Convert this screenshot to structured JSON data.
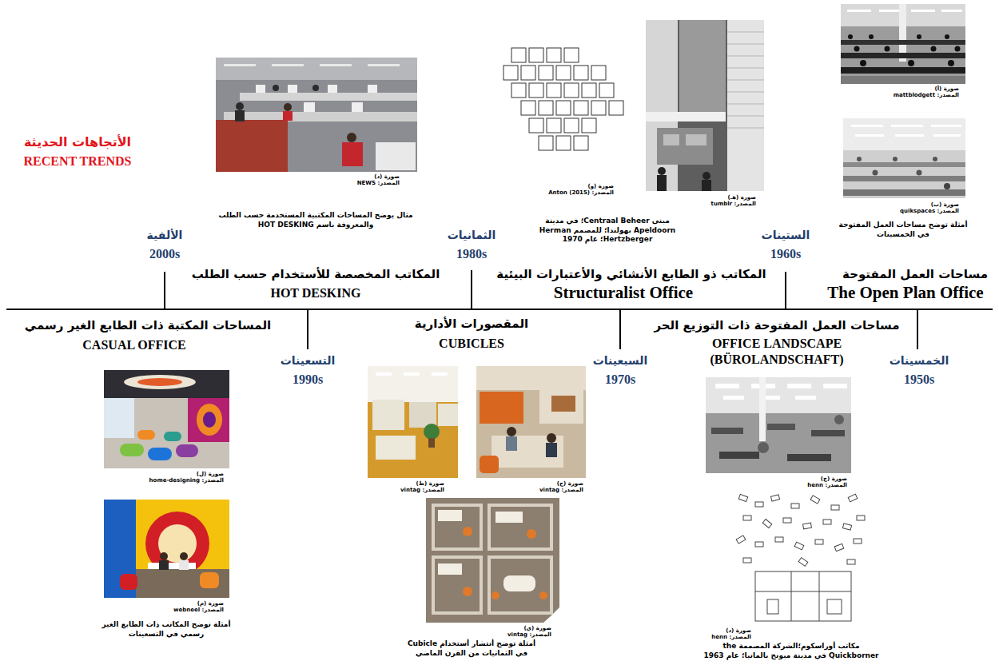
{
  "diagram": {
    "labels": [
      "الأتجاهات الحديثة",
      "RECENT TRENDS",
      "صورة (د)",
      "المصدر: NEWS",
      "مثال يوضح المساحات المكتبية المستخدمة حسب الطلب والمعروفة باسم HOT DESKING",
      "الألفية",
      "2000s",
      "المكاتب المخصصة للأستخدام حسب الطلب",
      "HOT DESKING",
      "صورة (و)",
      "المصدر: Anton (2015)",
      "صورة (هـ)",
      "المصدر: tumblr",
      "مبنى Centraal Beheer؛ في مدينة Apeldoorn بهولندا؛ للمصمم Herman Hertzberger؛ عام 1970",
      "الثمانيات",
      "1980s",
      "المكاتب ذو الطابع الأنشائي والأعتبارات البيئية",
      "Structuralist Office",
      "صورة (أ)",
      "المصدر: mattblodgett",
      "صورة (ب)",
      "المصدر: quikspaces",
      "أمثلة توضح مساحات العمل المفتوحة في الخمسينات",
      "الستينات",
      "1960s",
      "مساحات العمل المفتوحة",
      "The Open Plan Office",
      "المساحات المكتبة ذات الطابع الغير رسمي",
      "CASUAL OFFICE",
      "التسعينات",
      "1990s",
      "المقصورات الأدارية",
      "CUBICLES",
      "السبعينات",
      "1970s",
      "مساحات العمل المفتوحة ذات التوزيع الحر",
      "OFFICE LANDSCAPE",
      "(BÜROLANDSCHAFT)",
      "الخمسينات",
      "1950s",
      "صورة (ل)",
      "المصدر: home-designing",
      "صورة (م)",
      "المصدر: webneel",
      "أمثلة توضح المكاتب ذات الطابع الغير رسمي في التسعينات",
      "صورة (ط)",
      "المصدر: vintag",
      "صورة (ح)",
      "المصدر: vintag",
      "صورة (ي)",
      "المصدر: vintag",
      "أمثلة توضح أنتشار أستخدام Cubicle في الثمانيات من القرن الماضي",
      "صورة (ج)",
      "المصدر: henn",
      "صورة (د)",
      "المصدر: henn",
      "مكاتب أوراسكوم؛الشركة المصممة the Quickborner في مدينة ميونخ بالمانيا؛ عام 1963"
    ]
  }
}
